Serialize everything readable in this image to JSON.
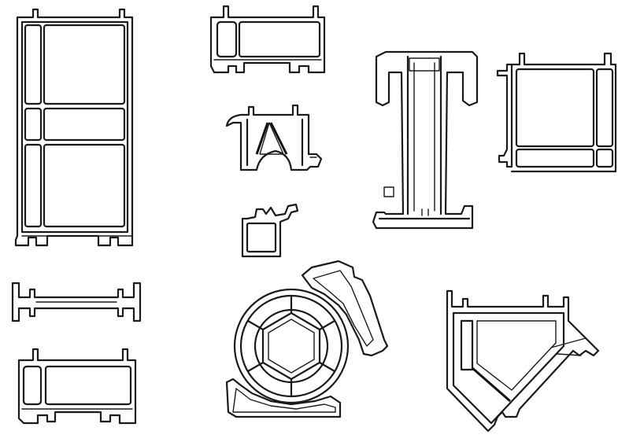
{
  "figure": {
    "background": "#ffffff",
    "ink": "#1a1a1a",
    "profiles": [
      {
        "id": "tall-mullion-profile",
        "shape": "tall multi-chamber rectangle"
      },
      {
        "id": "sash-profile-top",
        "shape": "two-chamber rectangle with feet"
      },
      {
        "id": "i-beam-mullion-profile",
        "shape": "I-beam"
      },
      {
        "id": "corner-frame-profile",
        "shape": "square multi-chamber"
      },
      {
        "id": "glazing-bead-profile",
        "shape": "triangular-chamber bead"
      },
      {
        "id": "small-bead-profile",
        "shape": "small square bead"
      },
      {
        "id": "flat-coupler-profile",
        "shape": "flat H coupler"
      },
      {
        "id": "sash-profile-bottom",
        "shape": "two-chamber rectangle with feet"
      },
      {
        "id": "round-mullion-profile",
        "shape": "circular with hexagonal core"
      },
      {
        "id": "bay-angle-profile",
        "shape": "angled bay coupler"
      }
    ]
  }
}
